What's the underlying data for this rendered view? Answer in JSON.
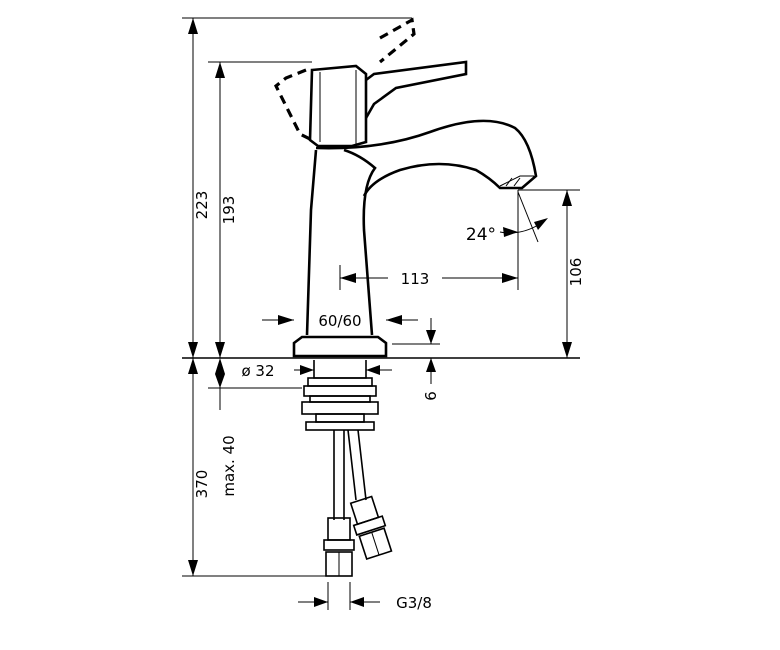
{
  "dimensions": {
    "overall_height": "223",
    "spout_height": "193",
    "spout_reach": "113",
    "outlet_height": "106",
    "base_diameter": "60/60",
    "spout_angle": "24°",
    "shank_diameter": "ø 32",
    "base_thickness": "6",
    "shank_length": "370",
    "max_counter_thickness": "max. 40",
    "connection_thread": "G3/8"
  }
}
